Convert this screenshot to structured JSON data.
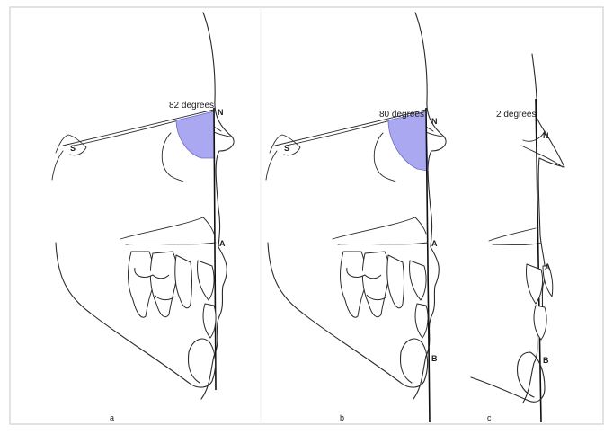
{
  "figure": {
    "panels": [
      {
        "id": "a",
        "label": "a",
        "angle_label": "82 degrees",
        "points": {
          "s": "S",
          "n": "N",
          "a": "A"
        }
      },
      {
        "id": "b",
        "label": "b",
        "angle_label": "80 degrees",
        "points": {
          "s": "S",
          "n": "N",
          "a": "A",
          "b": "B"
        }
      },
      {
        "id": "c",
        "label": "c",
        "angle_label": "2 degrees",
        "points": {
          "n": "N",
          "a": "A",
          "b": "B"
        }
      }
    ],
    "colors": {
      "angle_highlight": "#a9a8f0",
      "line": "#2a2a2a",
      "frame": "#cfcfcf"
    }
  }
}
